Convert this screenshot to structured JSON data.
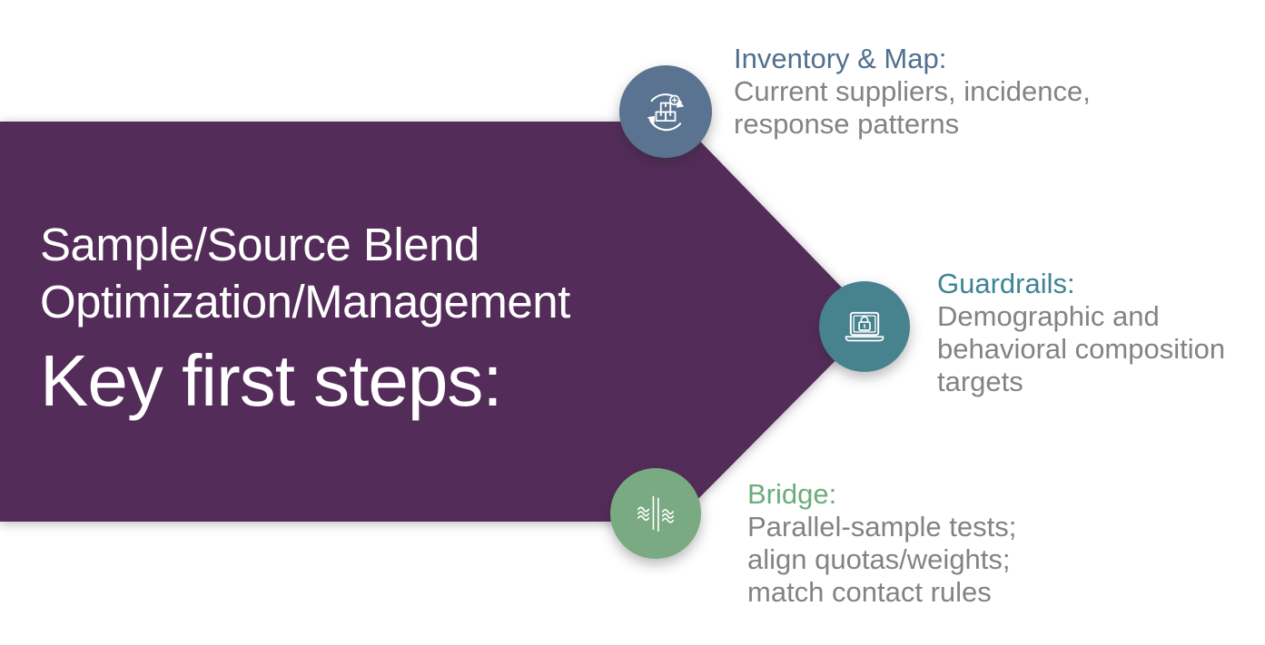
{
  "slide": {
    "title_lines": [
      "Sample/Source Blend",
      "Optimization/Management"
    ],
    "subtitle": "Key first steps:",
    "colors": {
      "background": "#FFFFFF",
      "arrow": "#542C59",
      "title_text": "#FFFFFF",
      "body_text": "#818386",
      "icon_stroke": "#FFFFFF"
    },
    "steps": [
      {
        "heading": "Inventory & Map:",
        "body_lines": [
          "Current suppliers, incidence,",
          "response patterns"
        ],
        "icon": "inventory-cycle-icon",
        "circle_color": "#5A7390",
        "heading_color": "#50708F"
      },
      {
        "heading": "Guardrails:",
        "body_lines": [
          "Demographic and",
          "behavioral composition",
          "targets"
        ],
        "icon": "laptop-lock-icon",
        "circle_color": "#47828F",
        "heading_color": "#3E8493"
      },
      {
        "heading": "Bridge:",
        "body_lines": [
          "Parallel-sample tests;",
          "align quotas/weights;",
          "match contact rules"
        ],
        "icon": "merge-flows-icon",
        "circle_color": "#79AA81",
        "heading_color": "#6CAD7B"
      }
    ]
  }
}
